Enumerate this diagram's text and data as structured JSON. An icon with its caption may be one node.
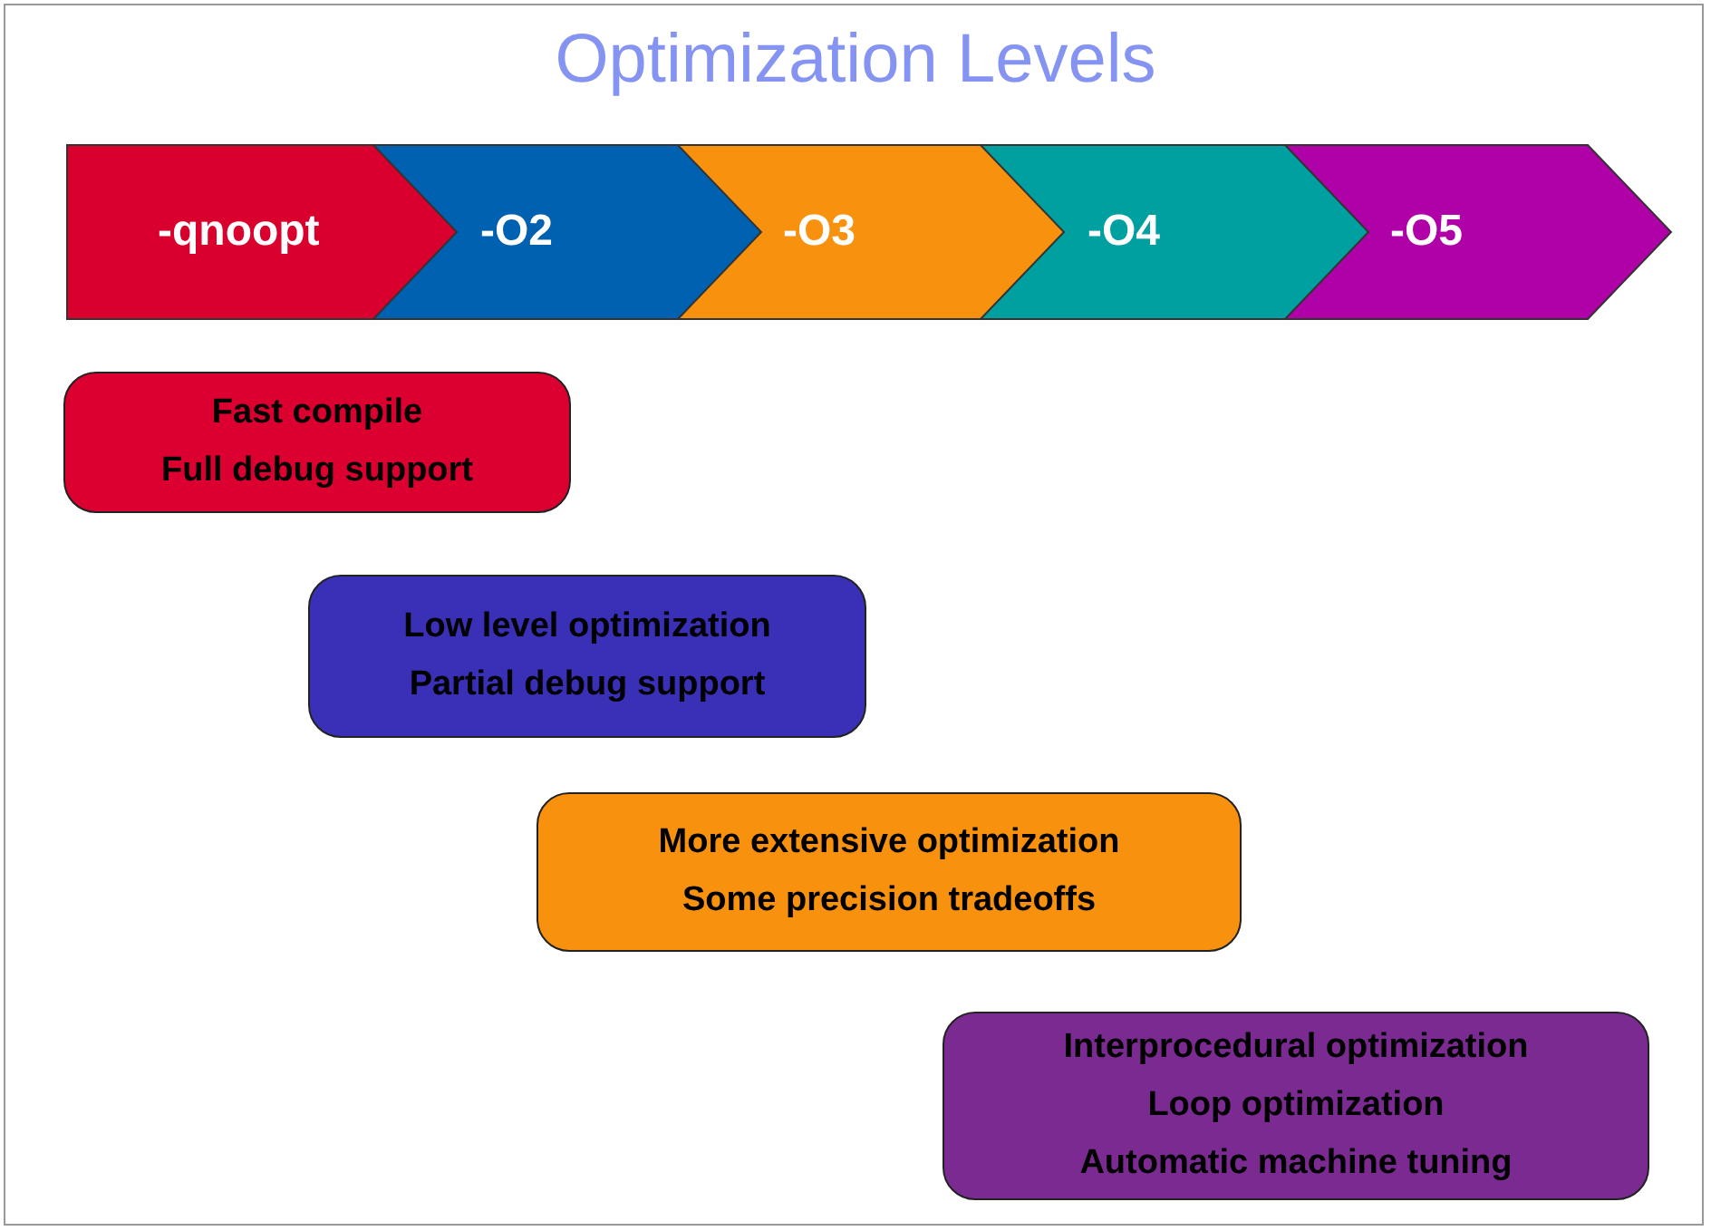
{
  "diagram": {
    "title": "Optimization Levels",
    "nodes": [
      {
        "text": [
          "-qnoopt"
        ]
      },
      {
        "text": [
          "-O2"
        ]
      },
      {
        "text": [
          "-O3"
        ]
      },
      {
        "text": [
          "-O4"
        ]
      },
      {
        "text": [
          "-O5"
        ]
      },
      {
        "text": [
          "Fast compile",
          "Full debug support"
        ]
      },
      {
        "text": [
          "Low level optimization",
          "Partial debug support"
        ]
      },
      {
        "text": [
          "More extensive optimization",
          "Some precision tradeoffs"
        ]
      },
      {
        "text": [
          "Interprocedural optimization",
          "Loop optimization",
          "Automatic machine tuning"
        ]
      }
    ]
  }
}
